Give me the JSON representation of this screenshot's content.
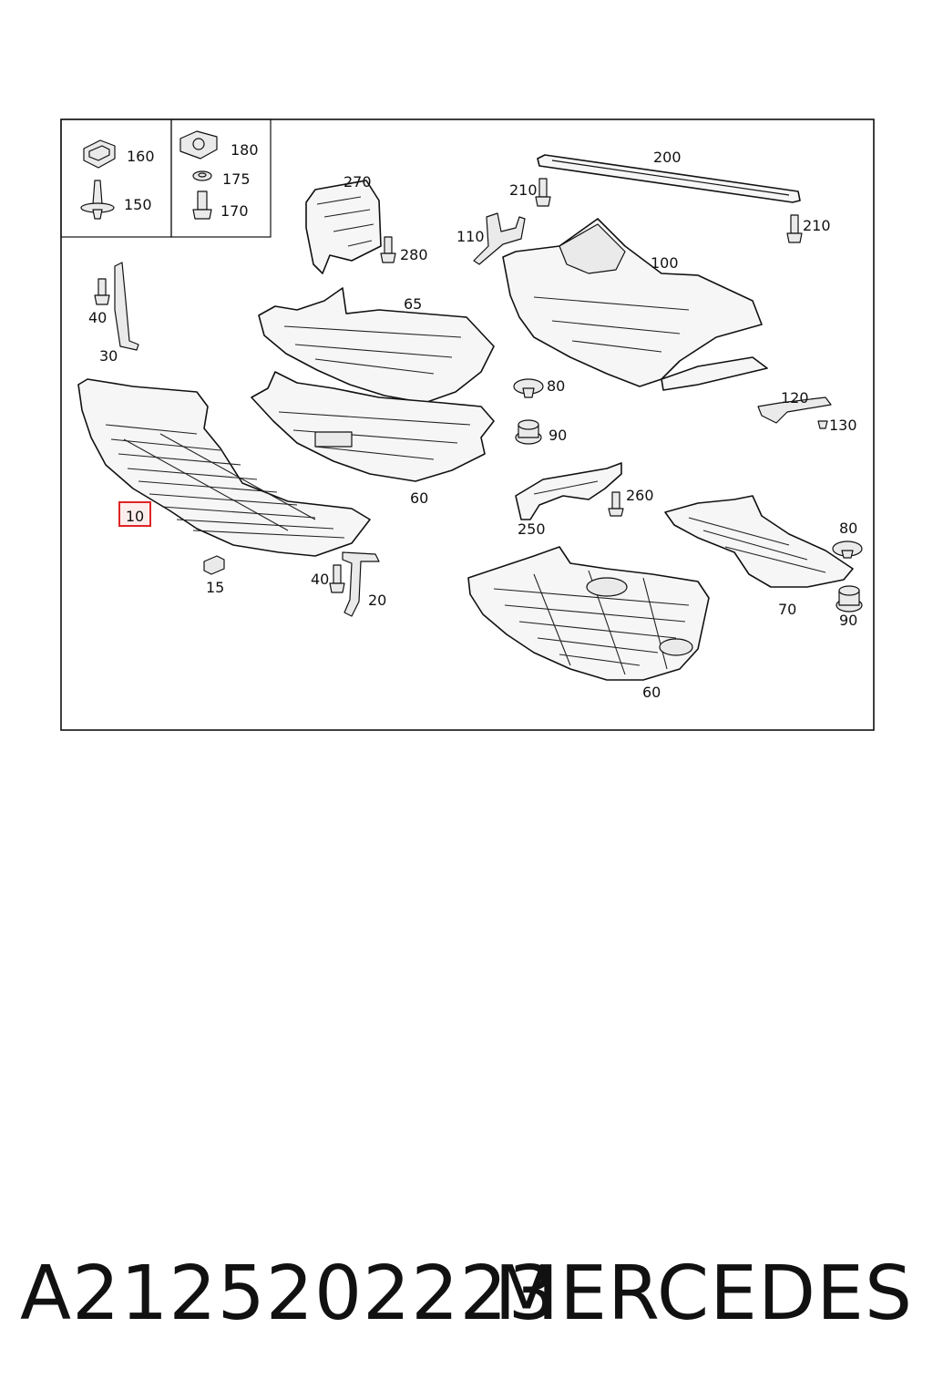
{
  "diagram": {
    "highlight_label": "10",
    "labels": {
      "l160": "160",
      "l150": "150",
      "l180": "180",
      "l175": "175",
      "l170": "170",
      "l270": "270",
      "l280": "280",
      "l200": "200",
      "l210a": "210",
      "l210b": "210",
      "l110": "110",
      "l100": "100",
      "l65": "65",
      "l40a": "40",
      "l30": "30",
      "l80a": "80",
      "l90a": "90",
      "l120": "120",
      "l130": "130",
      "l60a": "60",
      "l260": "260",
      "l250": "250",
      "l15": "15",
      "l40b": "40",
      "l20": "20",
      "l80b": "80",
      "l90b": "90",
      "l70": "70",
      "l60b": "60"
    }
  },
  "footer": {
    "part_number": "A2125202223",
    "brand": "MERCEDES"
  }
}
